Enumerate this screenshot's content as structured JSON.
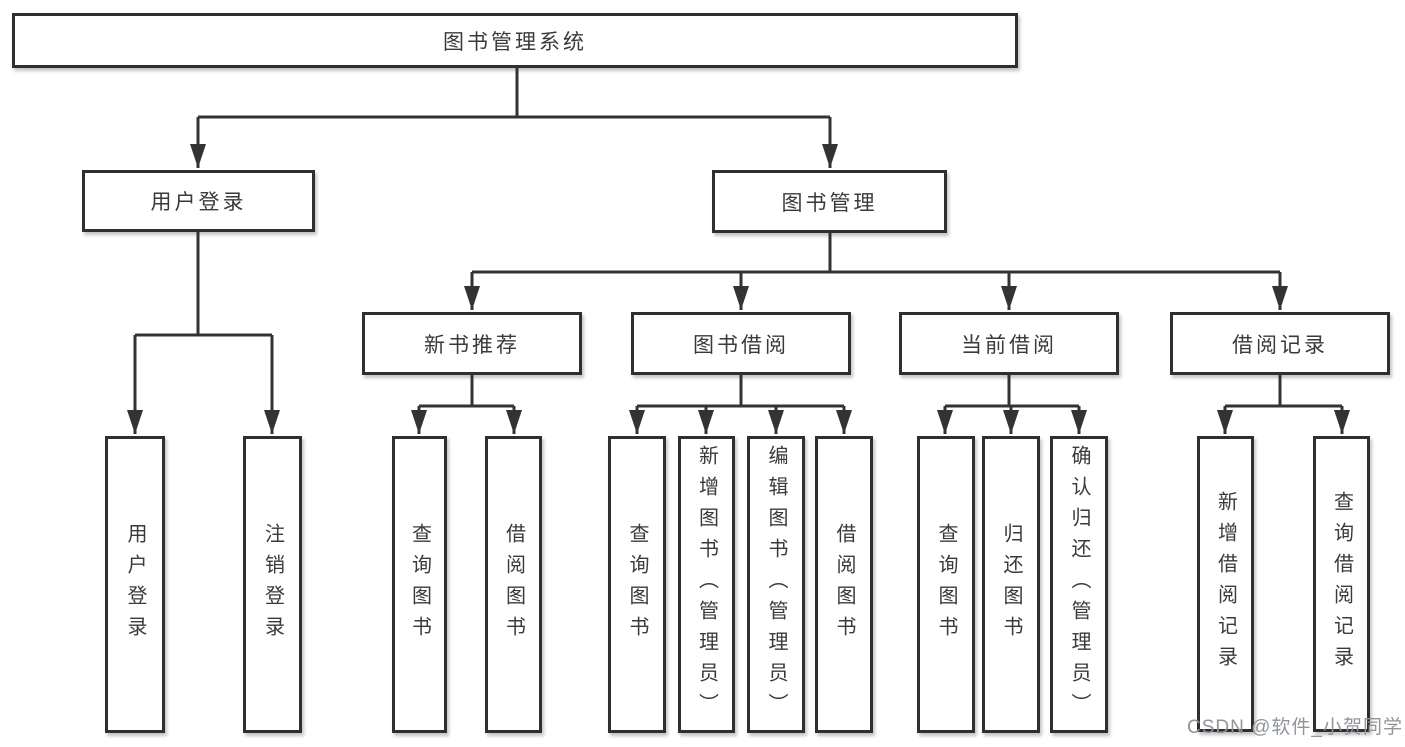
{
  "diagram": {
    "title_node": {
      "label": "图书管理系统"
    },
    "level2": {
      "user_login": {
        "label": "用户登录"
      },
      "book_management": {
        "label": "图书管理"
      }
    },
    "level3": {
      "new_book_recommendation": {
        "label": "新书推荐"
      },
      "book_borrowing": {
        "label": "图书借阅"
      },
      "current_borrowing": {
        "label": "当前借阅"
      },
      "borrowing_records": {
        "label": "借阅记录"
      }
    },
    "leaves": {
      "user_login": {
        "label": "用户登录"
      },
      "logout": {
        "label": "注销登录"
      },
      "nb_query_books": {
        "label": "查询图书"
      },
      "nb_borrow_books": {
        "label": "借阅图书"
      },
      "bb_query_books": {
        "label": "查询图书"
      },
      "bb_add_books": {
        "label": "新增图书（管理员）"
      },
      "bb_edit_books": {
        "label": "编辑图书（管理员）"
      },
      "bb_borrow_books": {
        "label": "借阅图书"
      },
      "cb_query_books": {
        "label": "查询图书"
      },
      "cb_return_books": {
        "label": "归还图书"
      },
      "cb_confirm_return": {
        "label": "确认归还（管理员）"
      },
      "br_add_record": {
        "label": "新增借阅记录"
      },
      "br_query_record": {
        "label": "查询借阅记录"
      }
    },
    "watermark": {
      "text": "CSDN @软件_小贺同学"
    },
    "colors": {
      "line": "#333333",
      "box_border": "#2f2f2f",
      "text": "#3a3a3a",
      "watermark": "#8f959b",
      "background": "#ffffff"
    }
  }
}
